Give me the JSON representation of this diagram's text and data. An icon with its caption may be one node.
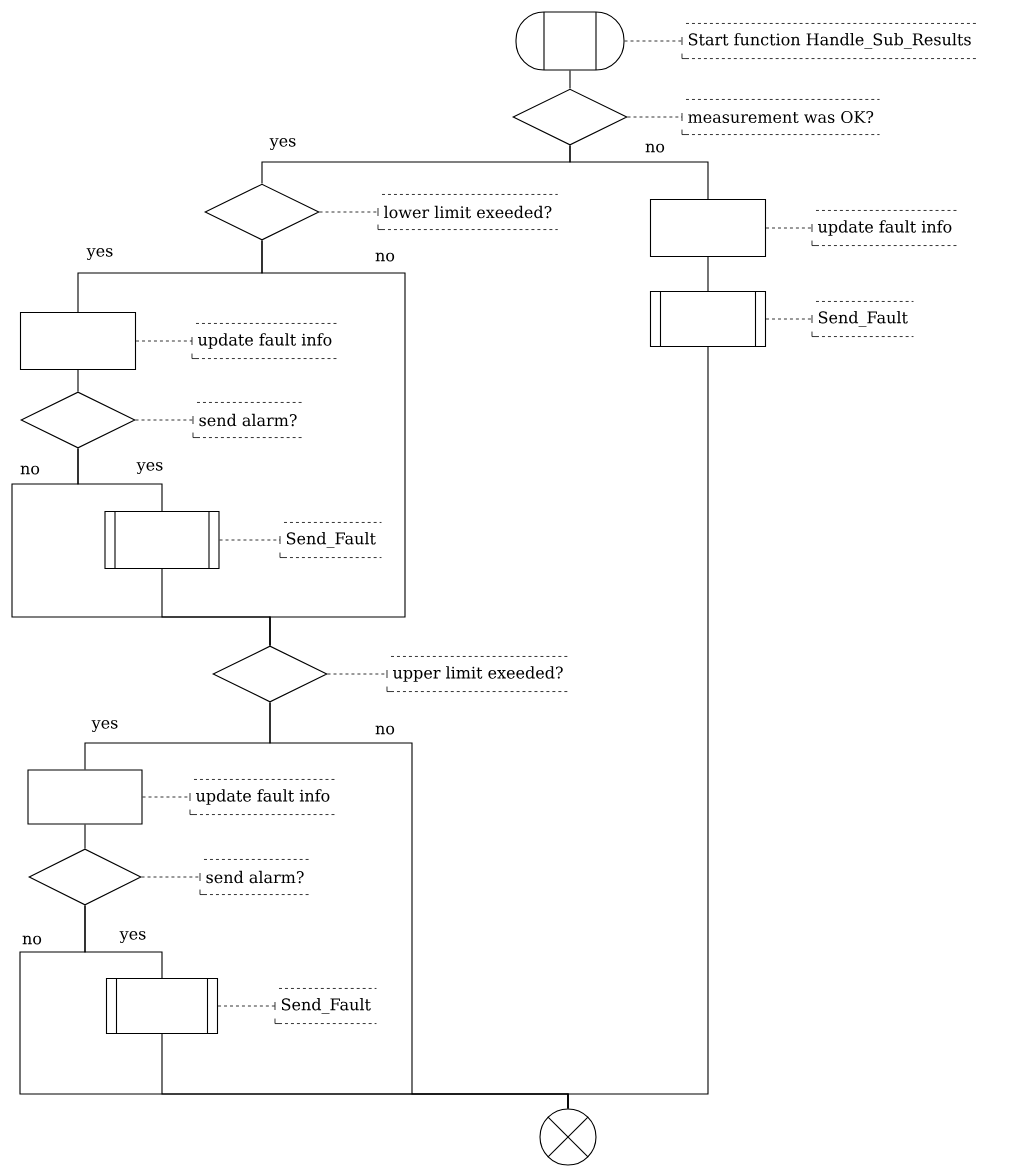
{
  "diagram": {
    "nodes": [
      {
        "text": [],
        "shape": "terminator"
      },
      {
        "text": [
          "Start function Handle_Sub_Results"
        ]
      },
      {
        "text": [],
        "shape": "diamond"
      },
      {
        "text": [
          "measurement was OK?"
        ]
      },
      {
        "text": [],
        "shape": "diamond"
      },
      {
        "text": [
          "lower limit exeeded?"
        ]
      },
      {
        "text": [],
        "shape": "box"
      },
      {
        "text": [
          "update fault info"
        ]
      },
      {
        "text": [],
        "shape": "subroutine"
      },
      {
        "text": [
          "Send_Fault"
        ]
      },
      {
        "text": [],
        "shape": "box"
      },
      {
        "text": [
          "update fault info"
        ]
      },
      {
        "text": [],
        "shape": "diamond"
      },
      {
        "text": [
          "send alarm?"
        ]
      },
      {
        "text": [],
        "shape": "subroutine"
      },
      {
        "text": [
          "Send_Fault"
        ]
      },
      {
        "text": [],
        "shape": "diamond"
      },
      {
        "text": [
          "upper limit exeeded?"
        ]
      },
      {
        "text": [],
        "shape": "box"
      },
      {
        "text": [
          "update fault info"
        ]
      },
      {
        "text": [],
        "shape": "diamond"
      },
      {
        "text": [
          "send alarm?"
        ]
      },
      {
        "text": [],
        "shape": "subroutine"
      },
      {
        "text": [
          "Send_Fault"
        ]
      },
      {
        "text": [],
        "shape": "circle"
      }
    ],
    "edges": [
      {
        "from": 0,
        "to": 2,
        "arrow": "none"
      },
      {
        "from": 2,
        "to": 4,
        "arrow": "none",
        "label": "yes"
      },
      {
        "from": 2,
        "to": 6,
        "arrow": "none",
        "label": "no"
      },
      {
        "from": 6,
        "to": 8,
        "arrow": "none"
      },
      {
        "from": 8,
        "to": 24,
        "arrow": "none"
      },
      {
        "from": 4,
        "to": 10,
        "arrow": "none",
        "label": "yes"
      },
      {
        "from": 4,
        "to": 16,
        "arrow": "none",
        "label": "no"
      },
      {
        "from": 10,
        "to": 12,
        "arrow": "none"
      },
      {
        "from": 12,
        "to": 14,
        "arrow": "none",
        "label": "yes"
      },
      {
        "from": 12,
        "to": 16,
        "arrow": "none",
        "label": "no"
      },
      {
        "from": 14,
        "to": 16,
        "arrow": "none"
      },
      {
        "from": 16,
        "to": 18,
        "arrow": "none",
        "label": "yes"
      },
      {
        "from": 16,
        "to": 24,
        "arrow": "none",
        "label": "no"
      },
      {
        "from": 18,
        "to": 20,
        "arrow": "none"
      },
      {
        "from": 20,
        "to": 22,
        "arrow": "none",
        "label": "yes"
      },
      {
        "from": 20,
        "to": 24,
        "arrow": "none",
        "label": "no"
      },
      {
        "from": 22,
        "to": 24,
        "arrow": "none"
      },
      {
        "from": 0,
        "to": 1,
        "arrow": "none",
        "style": "dashed"
      },
      {
        "from": 2,
        "to": 3,
        "arrow": "none",
        "style": "dashed"
      },
      {
        "from": 4,
        "to": 5,
        "arrow": "none",
        "style": "dashed"
      },
      {
        "from": 6,
        "to": 7,
        "arrow": "none",
        "style": "dashed"
      },
      {
        "from": 8,
        "to": 9,
        "arrow": "none",
        "style": "dashed"
      },
      {
        "from": 10,
        "to": 11,
        "arrow": "none",
        "style": "dashed"
      },
      {
        "from": 12,
        "to": 13,
        "arrow": "none",
        "style": "dashed"
      },
      {
        "from": 14,
        "to": 15,
        "arrow": "none",
        "style": "dashed"
      },
      {
        "from": 16,
        "to": 17,
        "arrow": "none",
        "style": "dashed"
      },
      {
        "from": 18,
        "to": 19,
        "arrow": "none",
        "style": "dashed"
      },
      {
        "from": 20,
        "to": 21,
        "arrow": "none",
        "style": "dashed"
      },
      {
        "from": 22,
        "to": 23,
        "arrow": "none",
        "style": "dashed"
      }
    ]
  }
}
